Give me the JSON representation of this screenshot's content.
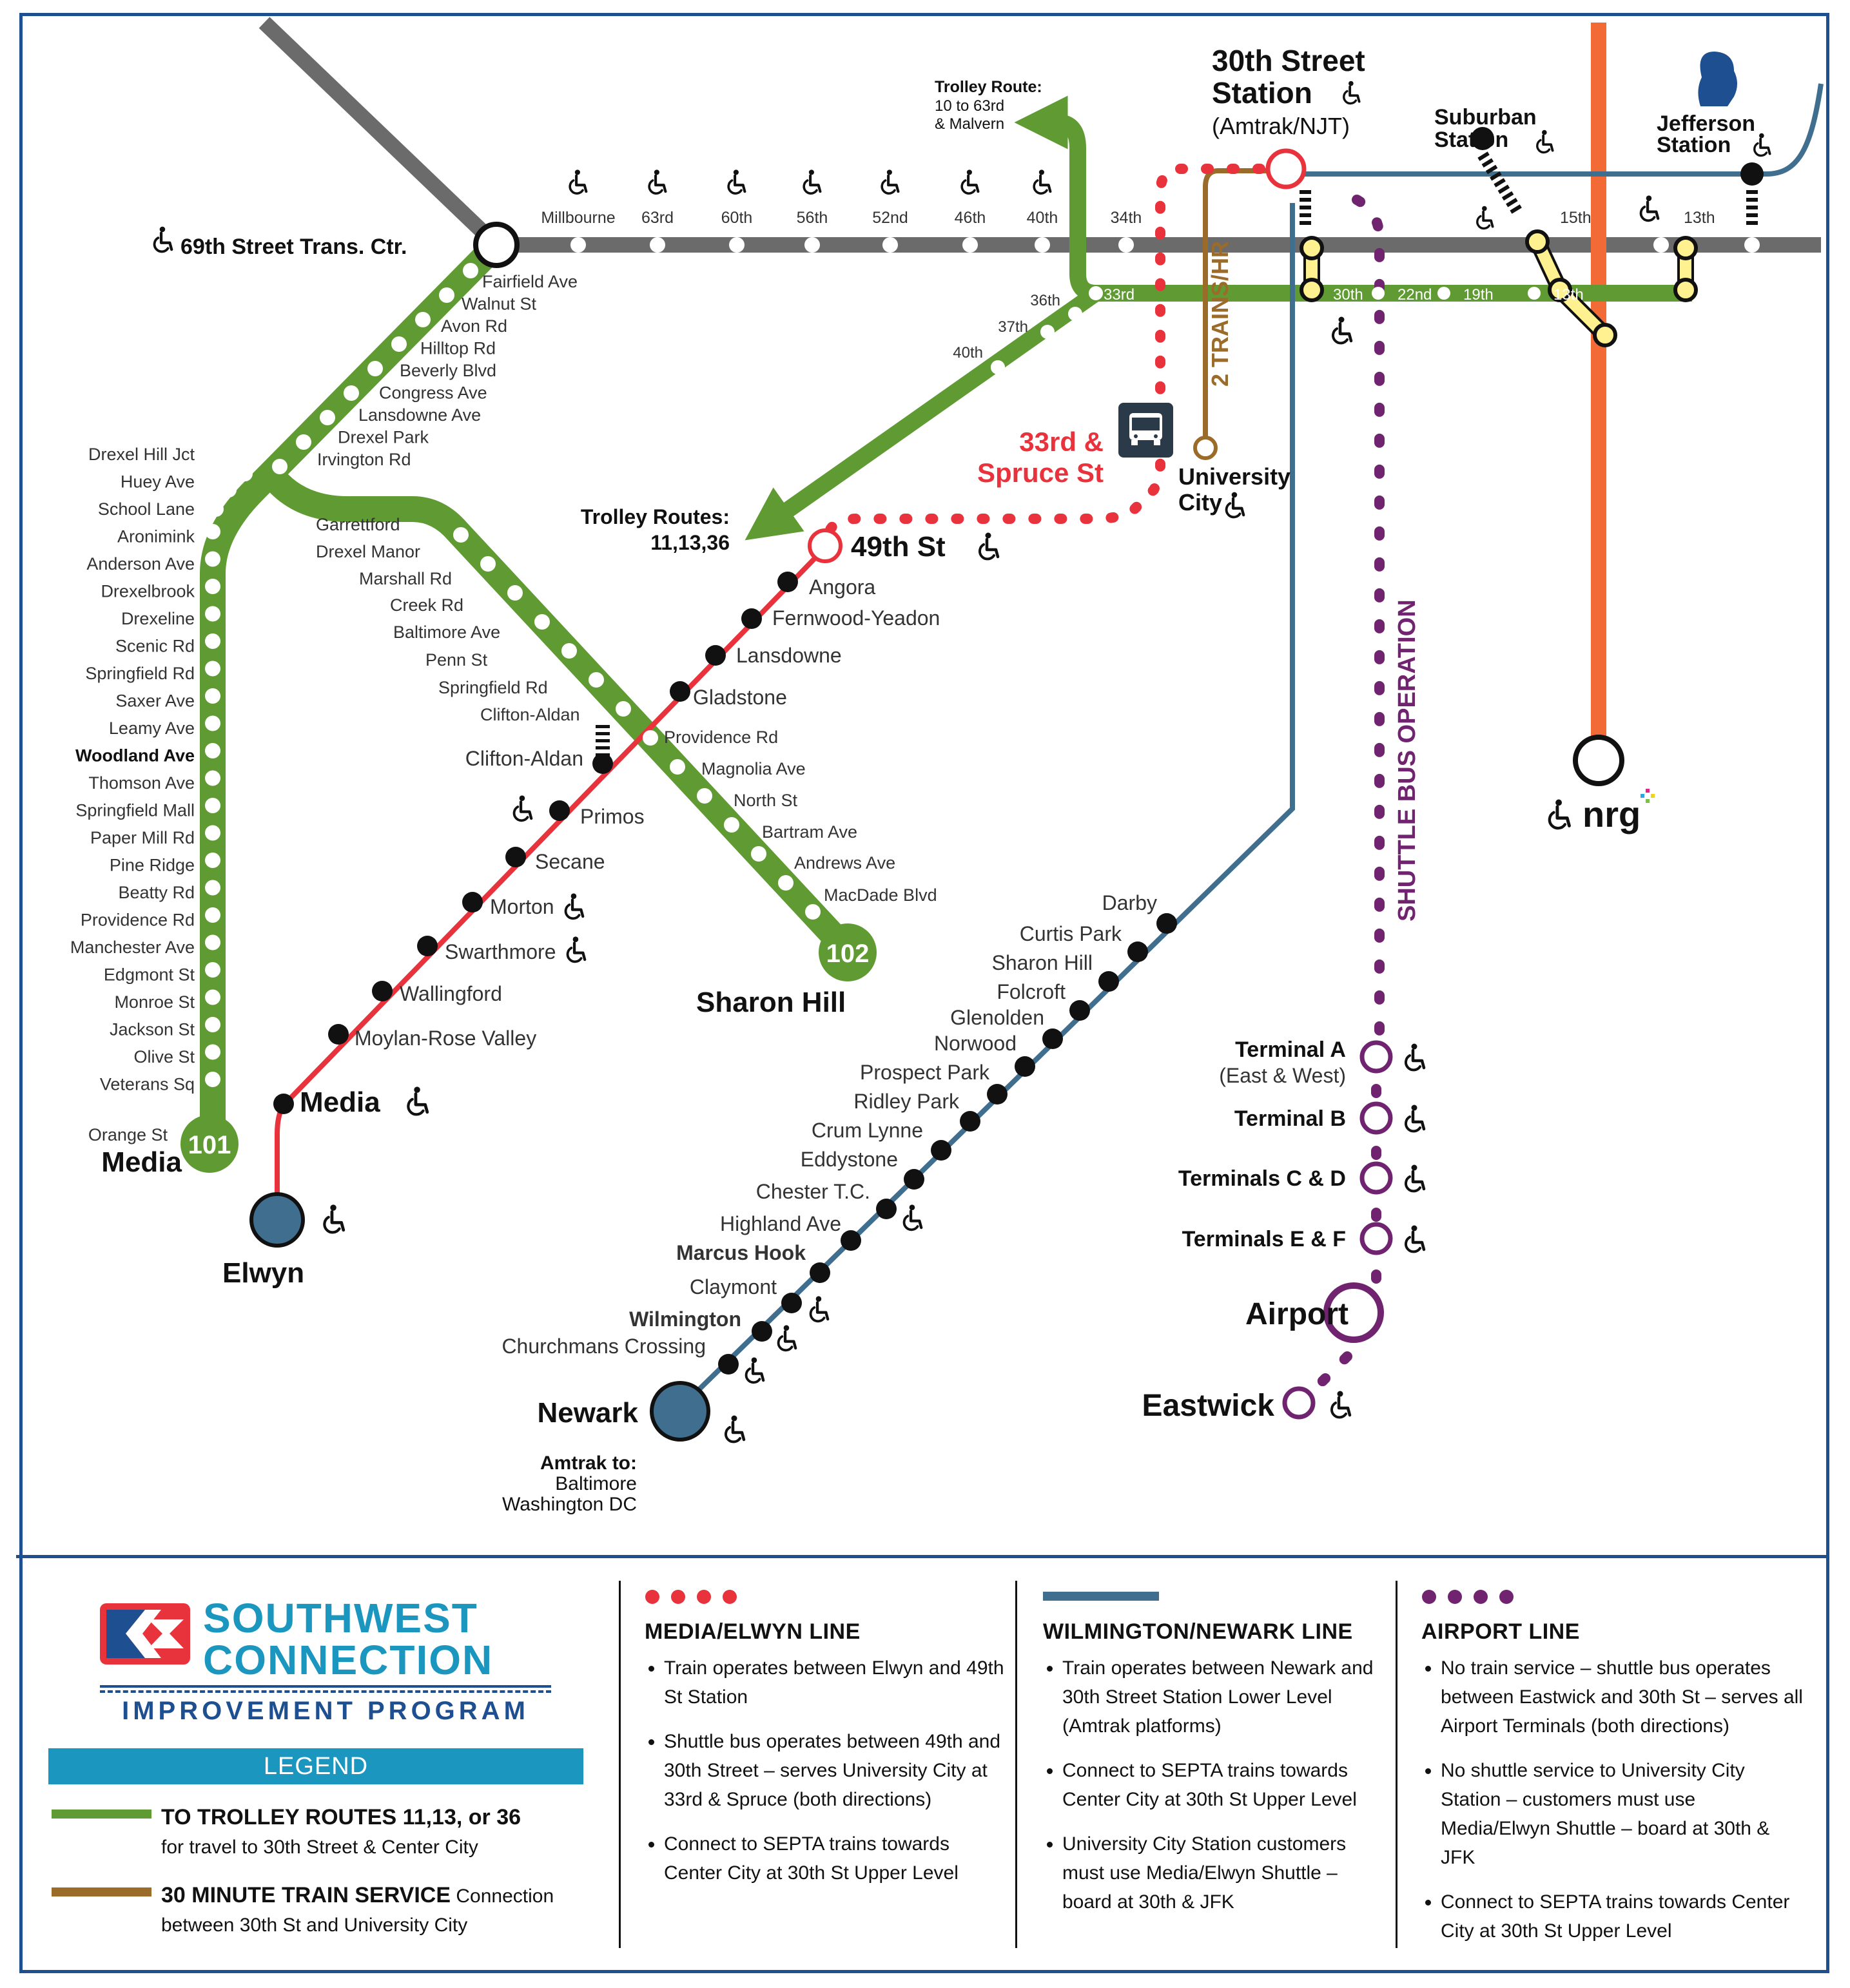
{
  "colors": {
    "trolley": "#5f9b32",
    "media_elwyn": "#e8323c",
    "wilmington": "#3f6e8e",
    "airport": "#70246f",
    "train_30min": "#9b6b2a",
    "market_frankford": "#6b6b6b",
    "broad_street": "#f26a36",
    "pattco": "#fff190",
    "frame": "#1d4f91",
    "legend_band": "#1a96bf"
  },
  "icons": {
    "accessible": "wheelchair-icon",
    "bus": "bus-icon",
    "bridge": "pedestrian-connector-icon",
    "jefferson": "jefferson-logo-icon"
  },
  "map": {
    "hub_69th": "69th Street Trans. Ctr.",
    "mfl_stations": [
      "Millbourne",
      "63rd",
      "60th",
      "56th",
      "52nd",
      "46th",
      "40th",
      "34th"
    ],
    "trolley_101_stops": [
      "Drexel Hill Jct",
      "Huey Ave",
      "School Lane",
      "Aronimink",
      "Anderson Ave",
      "Drexelbrook",
      "Drexeline",
      "Scenic Rd",
      "Springfield Rd",
      "Saxer Ave",
      "Leamy Ave",
      "Woodland Ave",
      "Thomson Ave",
      "Springfield Mall",
      "Paper Mill Rd",
      "Pine Ridge",
      "Beatty Rd",
      "Providence Rd",
      "Manchester Ave",
      "Edgmont St",
      "Monroe St",
      "Jackson St",
      "Olive St",
      "Veterans Sq"
    ],
    "trolley_shared_stops": [
      "Fairfield Ave",
      "Walnut St",
      "Avon Rd",
      "Hilltop Rd",
      "Beverly Blvd",
      "Congress Ave",
      "Lansdowne Ave",
      "Drexel Park",
      "Irvington Rd"
    ],
    "trolley_102_stops": [
      "Garrettford",
      "Drexel Manor",
      "Marshall Rd",
      "Creek Rd",
      "Baltimore Ave",
      "Penn St",
      "Springfield Rd",
      "Clifton-Aldan",
      "Providence Rd",
      "Magnolia Ave",
      "North St",
      "Bartram Ave",
      "Andrews Ave",
      "MacDade Blvd"
    ],
    "route_101": {
      "badge": "101",
      "terminal_small": "Orange St",
      "terminal": "Media"
    },
    "route_102": {
      "badge": "102",
      "terminal": "Sharon Hill"
    },
    "subway_surface_stops": [
      "40th",
      "37th",
      "36th",
      "33rd"
    ],
    "center_city_stops": [
      "30th",
      "22nd",
      "19th",
      "13th"
    ],
    "mfl_cc_stops": [
      "15th",
      "13th"
    ],
    "trolley_to_63rd": {
      "title": "Trolley Route:",
      "line2": "10 to 63rd",
      "line3": "& Malvern"
    },
    "trolley_routes": {
      "title": "Trolley Routes:",
      "line2": "11,13,36"
    },
    "thirtieth": {
      "line1": "30th Street",
      "line2": "Station",
      "sub": "(Amtrak/NJT)"
    },
    "suburban": {
      "line1": "Suburban",
      "line2": "Station"
    },
    "jefferson": {
      "line1": "Jefferson",
      "line2": "Station"
    },
    "nrg": "nrg",
    "trains_hr": "2 TRAINS/HR",
    "university_city": {
      "line1": "University",
      "line2": "City"
    },
    "spruce": {
      "line1": "33rd &",
      "line2": "Spruce St"
    },
    "forty_ninth": "49th St",
    "media_elwyn_stops": [
      "Angora",
      "Fernwood-Yeadon",
      "Lansdowne",
      "Gladstone",
      "Clifton-Aldan",
      "Primos",
      "Secane",
      "Morton",
      "Swarthmore",
      "Wallingford",
      "Moylan-Rose Valley"
    ],
    "media_station": "Media",
    "elwyn": "Elwyn",
    "wilmington_stops": [
      "Darby",
      "Curtis Park",
      "Sharon Hill",
      "Folcroft",
      "Glenolden",
      "Norwood",
      "Prospect Park",
      "Ridley Park",
      "Crum Lynne",
      "Eddystone",
      "Chester T.C.",
      "Highland Ave",
      "Marcus Hook",
      "Claymont",
      "Wilmington",
      "Churchmans Crossing"
    ],
    "newark": "Newark",
    "amtrak_to": {
      "line1": "Amtrak to:",
      "line2": "Baltimore",
      "line3": "Washington DC"
    },
    "shuttle": "SHUTTLE BUS OPERATION",
    "airport_stops": [
      {
        "name": "Terminal A",
        "sub": "(East & West)"
      },
      {
        "name": "Terminal B"
      },
      {
        "name": "Terminals C & D"
      },
      {
        "name": "Terminals E & F"
      }
    ],
    "airport": "Airport",
    "eastwick": "Eastwick"
  },
  "legend": {
    "logo_line1": "SOUTHWEST",
    "logo_line2": "CONNECTION",
    "logo_line3": "IMPROVEMENT PROGRAM",
    "band": "LEGEND",
    "trolley_title": "TO TROLLEY ROUTES 11,13, or 36",
    "trolley_desc": "for travel to 30th Street & Center City",
    "train30_title": "30 MINUTE TRAIN SERVICE",
    "train30_rest": "Connection",
    "train30_desc": "between 30th St and University City",
    "media_title": "MEDIA/ELWYN LINE",
    "media_items": [
      "Train operates between Elwyn and 49th St Station",
      "Shuttle bus operates between 49th and 30th Street – serves University City at 33rd & Spruce (both directions)",
      "Connect to SEPTA trains towards Center City at 30th St Upper Level"
    ],
    "wilm_title": "WILMINGTON/NEWARK LINE",
    "wilm_items": [
      "Train operates between Newark and 30th Street Station Lower Level (Amtrak platforms)",
      "Connect to SEPTA trains towards Center City at 30th St Upper Level",
      "University City Station customers must use Media/Elwyn Shuttle – board at 30th & JFK"
    ],
    "air_title": "AIRPORT LINE",
    "air_items": [
      "No train service – shuttle bus operates between Eastwick and 30th St – serves all Airport Terminals (both directions)",
      "No shuttle service to University City Station – customers must use Media/Elwyn Shuttle – board at 30th & JFK",
      "Connect to SEPTA trains towards Center City at 30th St Upper Level"
    ]
  }
}
